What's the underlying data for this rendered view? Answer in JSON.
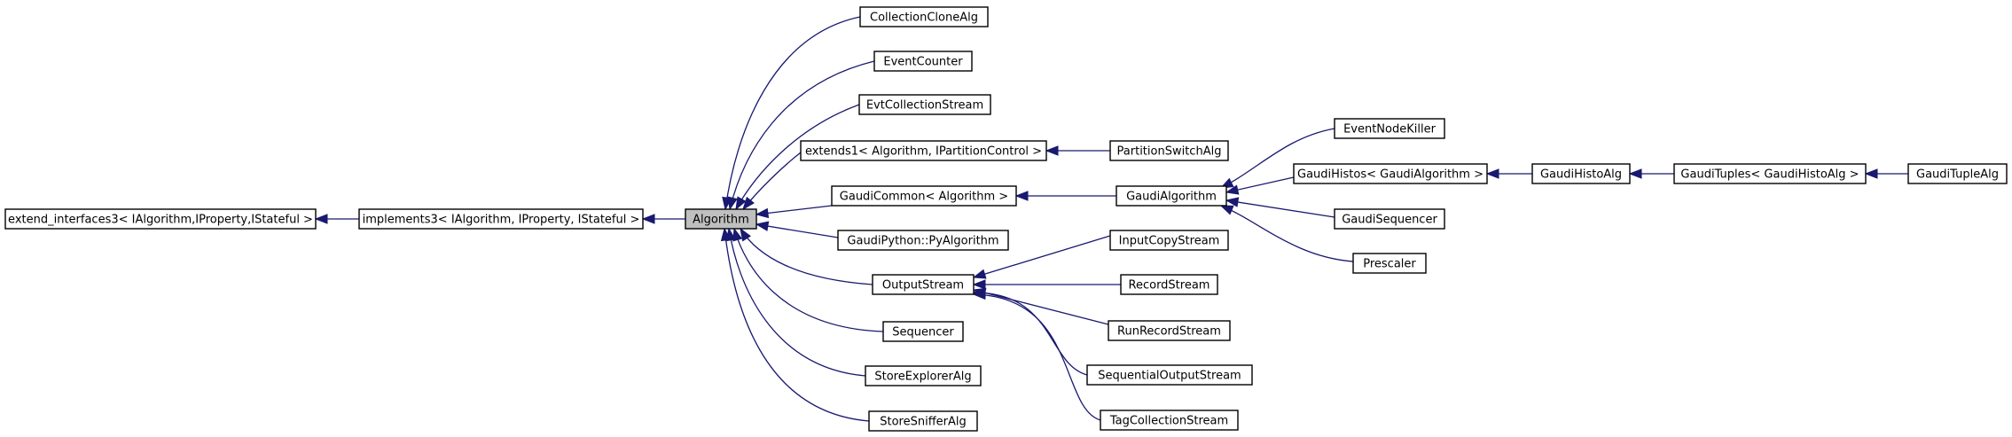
{
  "diagram": {
    "nodes": [
      {
        "id": "extend_interfaces3",
        "label": "extend_interfaces3< IAlgorithm,IProperty,IStateful >"
      },
      {
        "id": "implements3",
        "label": "implements3< IAlgorithm, IProperty, IStateful >"
      },
      {
        "id": "Algorithm",
        "label": "Algorithm",
        "focus": true
      },
      {
        "id": "CollectionCloneAlg",
        "label": "CollectionCloneAlg"
      },
      {
        "id": "EventCounter",
        "label": "EventCounter"
      },
      {
        "id": "EvtCollectionStream",
        "label": "EvtCollectionStream"
      },
      {
        "id": "extends1",
        "label": "extends1< Algorithm, IPartitionControl >"
      },
      {
        "id": "GaudiCommon",
        "label": "GaudiCommon< Algorithm >"
      },
      {
        "id": "GaudiPythonPyAlgorithm",
        "label": "GaudiPython::PyAlgorithm"
      },
      {
        "id": "OutputStream",
        "label": "OutputStream"
      },
      {
        "id": "Sequencer",
        "label": "Sequencer"
      },
      {
        "id": "StoreExplorerAlg",
        "label": "StoreExplorerAlg"
      },
      {
        "id": "StoreSnifferAlg",
        "label": "StoreSnifferAlg"
      },
      {
        "id": "PartitionSwitchAlg",
        "label": "PartitionSwitchAlg"
      },
      {
        "id": "GaudiAlgorithm",
        "label": "GaudiAlgorithm"
      },
      {
        "id": "InputCopyStream",
        "label": "InputCopyStream"
      },
      {
        "id": "RecordStream",
        "label": "RecordStream"
      },
      {
        "id": "RunRecordStream",
        "label": "RunRecordStream"
      },
      {
        "id": "SequentialOutputStream",
        "label": "SequentialOutputStream"
      },
      {
        "id": "TagCollectionStream",
        "label": "TagCollectionStream"
      },
      {
        "id": "EventNodeKiller",
        "label": "EventNodeKiller"
      },
      {
        "id": "GaudiHistos",
        "label": "GaudiHistos< GaudiAlgorithm >"
      },
      {
        "id": "GaudiSequencer",
        "label": "GaudiSequencer"
      },
      {
        "id": "Prescaler",
        "label": "Prescaler"
      },
      {
        "id": "GaudiHistoAlg",
        "label": "GaudiHistoAlg"
      },
      {
        "id": "GaudiTuples",
        "label": "GaudiTuples< GaudiHistoAlg >"
      },
      {
        "id": "GaudiTupleAlg",
        "label": "GaudiTupleAlg"
      }
    ],
    "edges": [
      {
        "from": "implements3",
        "to": "extend_interfaces3"
      },
      {
        "from": "Algorithm",
        "to": "implements3"
      },
      {
        "from": "CollectionCloneAlg",
        "to": "Algorithm"
      },
      {
        "from": "EventCounter",
        "to": "Algorithm"
      },
      {
        "from": "EvtCollectionStream",
        "to": "Algorithm"
      },
      {
        "from": "extends1",
        "to": "Algorithm"
      },
      {
        "from": "GaudiCommon",
        "to": "Algorithm"
      },
      {
        "from": "GaudiPythonPyAlgorithm",
        "to": "Algorithm"
      },
      {
        "from": "OutputStream",
        "to": "Algorithm"
      },
      {
        "from": "Sequencer",
        "to": "Algorithm"
      },
      {
        "from": "StoreExplorerAlg",
        "to": "Algorithm"
      },
      {
        "from": "StoreSnifferAlg",
        "to": "Algorithm"
      },
      {
        "from": "PartitionSwitchAlg",
        "to": "extends1"
      },
      {
        "from": "GaudiAlgorithm",
        "to": "GaudiCommon"
      },
      {
        "from": "InputCopyStream",
        "to": "OutputStream"
      },
      {
        "from": "RecordStream",
        "to": "OutputStream"
      },
      {
        "from": "RunRecordStream",
        "to": "OutputStream"
      },
      {
        "from": "SequentialOutputStream",
        "to": "OutputStream"
      },
      {
        "from": "TagCollectionStream",
        "to": "OutputStream"
      },
      {
        "from": "EventNodeKiller",
        "to": "GaudiAlgorithm"
      },
      {
        "from": "GaudiHistos",
        "to": "GaudiAlgorithm"
      },
      {
        "from": "GaudiSequencer",
        "to": "GaudiAlgorithm"
      },
      {
        "from": "Prescaler",
        "to": "GaudiAlgorithm"
      },
      {
        "from": "GaudiHistoAlg",
        "to": "GaudiHistos"
      },
      {
        "from": "GaudiTuples",
        "to": "GaudiHistoAlg"
      },
      {
        "from": "GaudiTupleAlg",
        "to": "GaudiTuples"
      }
    ]
  }
}
